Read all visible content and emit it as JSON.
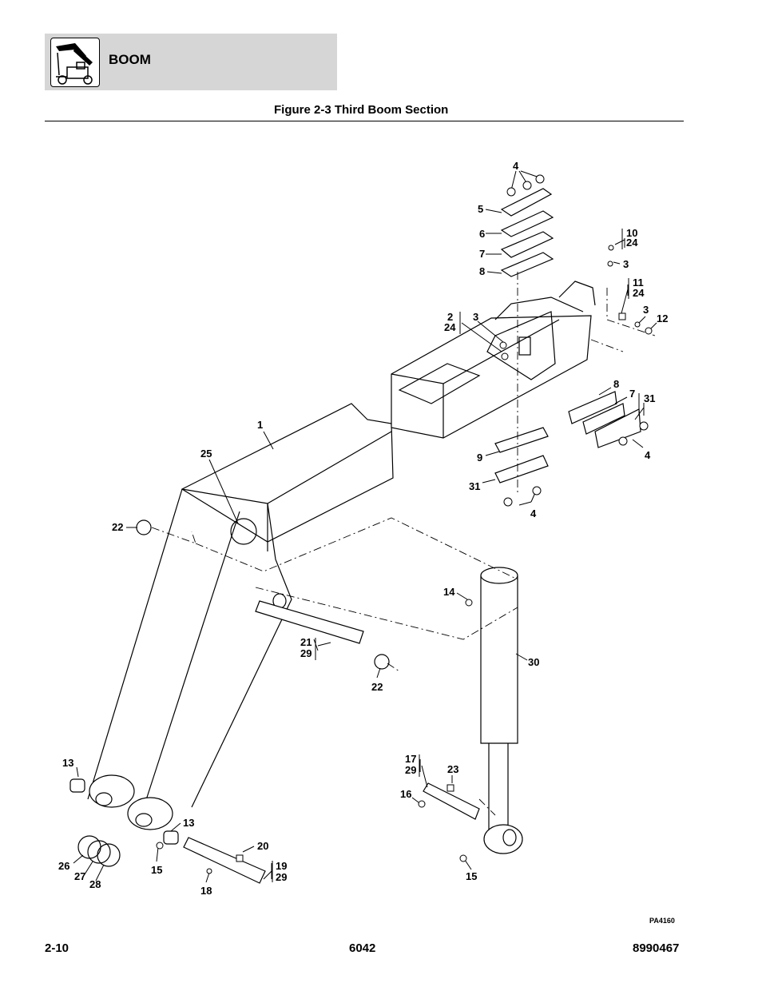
{
  "header": {
    "section_title": "BOOM",
    "icon": "telehandler-boom-icon"
  },
  "figure": {
    "title": "Figure 2-3 Third Boom Section",
    "drawing_id": "PA4160",
    "callouts": [
      {
        "id": "c4a",
        "text": "4"
      },
      {
        "id": "c5",
        "text": "5"
      },
      {
        "id": "c6",
        "text": "6"
      },
      {
        "id": "c7a",
        "text": "7"
      },
      {
        "id": "c8a",
        "text": "8"
      },
      {
        "id": "c10",
        "text": "10"
      },
      {
        "id": "c24a",
        "text": "24"
      },
      {
        "id": "c3a",
        "text": "3"
      },
      {
        "id": "c11",
        "text": "11"
      },
      {
        "id": "c24b",
        "text": "24"
      },
      {
        "id": "c3b",
        "text": "3"
      },
      {
        "id": "c12",
        "text": "12"
      },
      {
        "id": "c2",
        "text": "2"
      },
      {
        "id": "c24c",
        "text": "24"
      },
      {
        "id": "c3c",
        "text": "3"
      },
      {
        "id": "c8b",
        "text": "8"
      },
      {
        "id": "c7b",
        "text": "7"
      },
      {
        "id": "c31a",
        "text": "31"
      },
      {
        "id": "c4b",
        "text": "4"
      },
      {
        "id": "c1",
        "text": "1"
      },
      {
        "id": "c25",
        "text": "25"
      },
      {
        "id": "c9",
        "text": "9"
      },
      {
        "id": "c31b",
        "text": "31"
      },
      {
        "id": "c4c",
        "text": "4"
      },
      {
        "id": "c22a",
        "text": "22"
      },
      {
        "id": "c14",
        "text": "14"
      },
      {
        "id": "c30",
        "text": "30"
      },
      {
        "id": "c21",
        "text": "21"
      },
      {
        "id": "c29a",
        "text": "29"
      },
      {
        "id": "c22b",
        "text": "22"
      },
      {
        "id": "c13a",
        "text": "13"
      },
      {
        "id": "c17",
        "text": "17"
      },
      {
        "id": "c29b",
        "text": "29"
      },
      {
        "id": "c23",
        "text": "23"
      },
      {
        "id": "c16",
        "text": "16"
      },
      {
        "id": "c13b",
        "text": "13"
      },
      {
        "id": "c20",
        "text": "20"
      },
      {
        "id": "c26",
        "text": "26"
      },
      {
        "id": "c27",
        "text": "27"
      },
      {
        "id": "c28",
        "text": "28"
      },
      {
        "id": "c15a",
        "text": "15"
      },
      {
        "id": "c18",
        "text": "18"
      },
      {
        "id": "c19",
        "text": "19"
      },
      {
        "id": "c29c",
        "text": "29"
      },
      {
        "id": "c15b",
        "text": "15"
      }
    ]
  },
  "footer": {
    "page_number": "2-10",
    "model": "6042",
    "manual_number": "8990467"
  }
}
